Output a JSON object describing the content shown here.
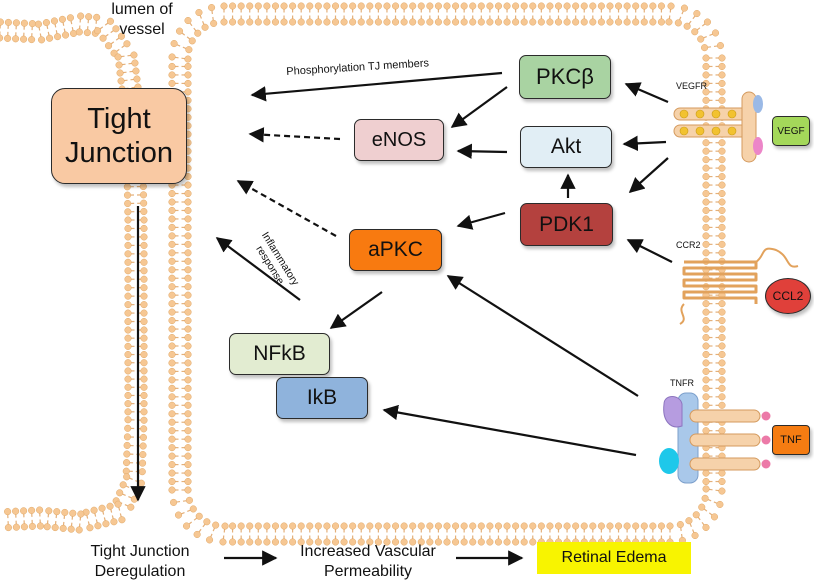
{
  "labels": {
    "lumen": "lumen of\nvessel",
    "phosphorylation": "Phosphorylation TJ members",
    "inflammatory": "Inflammatory\nresponse",
    "vegfr": "VEGFR",
    "ccr2": "CCR2",
    "tnfr": "TNFR"
  },
  "nodes": {
    "tight_junction": "Tight\nJunction",
    "enos": "eNOS",
    "pkcb": "PKCβ",
    "akt": "Akt",
    "pdk1": "PDK1",
    "apkc": "aPKC",
    "nfkb": "NFkB",
    "ikb": "IkB",
    "vegf": "VEGF",
    "ccl2": "CCL2",
    "tnf": "TNF"
  },
  "outcomes": {
    "deregulation": "Tight Junction\nDeregulation",
    "permeability": "Increased Vascular\nPermeability",
    "edema": "Retinal Edema"
  },
  "colors": {
    "tight_junction": "#f9c9a3",
    "enos": "#efcfd0",
    "pkcb": "#a9d3a2",
    "akt": "#e1eef5",
    "pdk1": "#b4413e",
    "apkc": "#f87a10",
    "nfkb": "#e2ecd1",
    "ikb": "#8fb3dc",
    "vegf": "#a4d85a",
    "ccl2": "#e0403a",
    "tnf": "#f57c12",
    "edema": "#f8f400",
    "membrane_head": "#f6c793",
    "membrane_tail": "#e4b07a"
  }
}
